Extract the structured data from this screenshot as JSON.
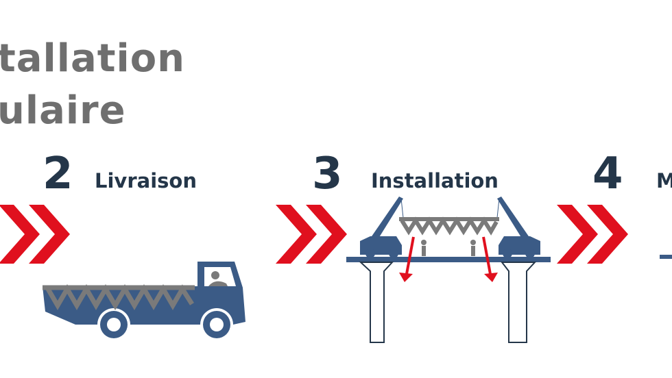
{
  "title": {
    "line1": "tallation",
    "line2": "ulaire"
  },
  "steps": [
    {
      "number": "2",
      "label": "Livraison"
    },
    {
      "number": "3",
      "label": "Installation"
    },
    {
      "number": "4",
      "label": "M"
    }
  ],
  "colors": {
    "navy": "#243649",
    "blue": "#3b5b86",
    "red": "#e0101e",
    "gray": "#7a7a7a",
    "title_gray": "#6f6f6f"
  }
}
